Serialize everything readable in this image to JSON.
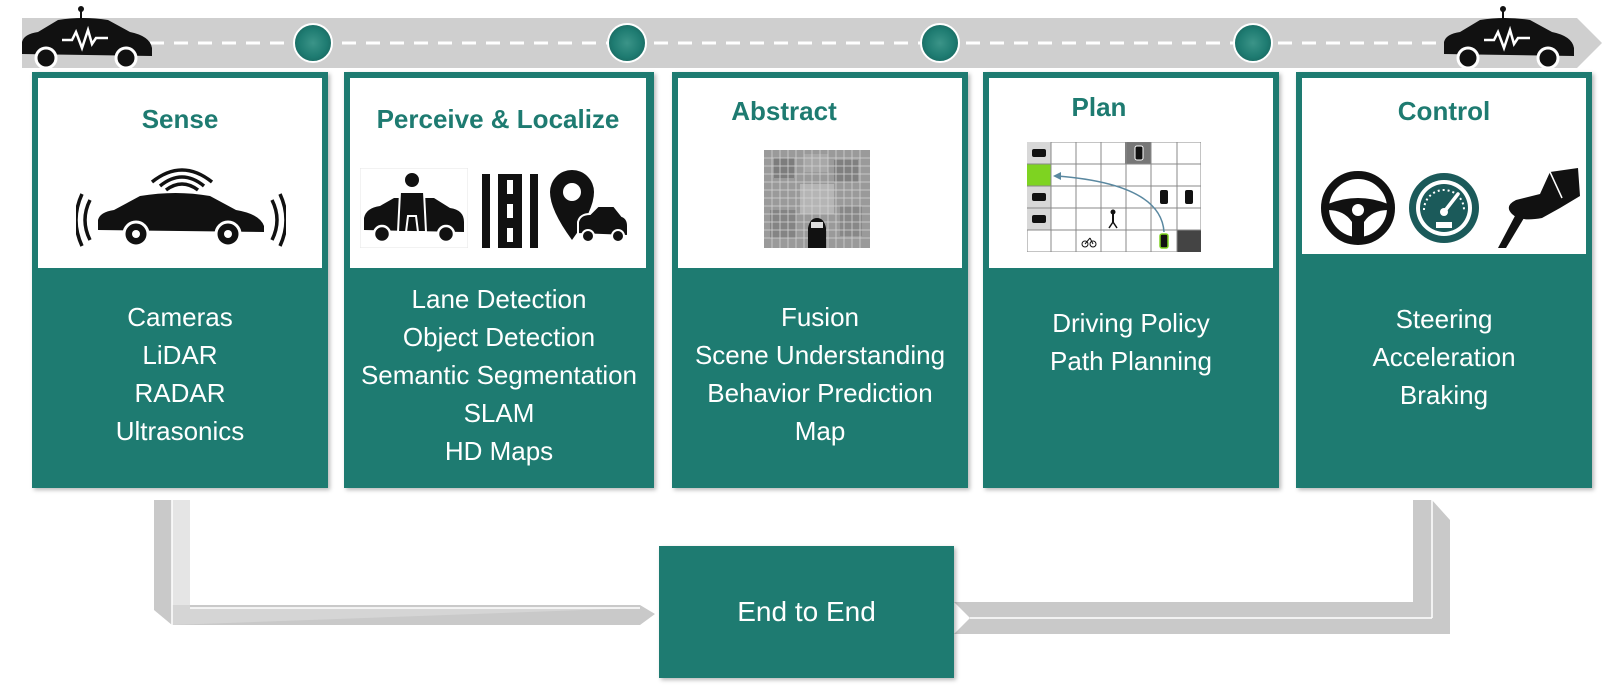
{
  "stages": [
    {
      "title": "Sense",
      "items": [
        "Cameras",
        "LiDAR",
        "RADAR",
        "Ultrasonics"
      ]
    },
    {
      "title": "Perceive & Localize",
      "items": [
        "Lane Detection",
        "Object Detection",
        "Semantic Segmentation",
        "SLAM",
        "HD Maps"
      ]
    },
    {
      "title": "Abstract",
      "items": [
        "Fusion",
        "Scene Understanding",
        "Behavior Prediction",
        "Map"
      ]
    },
    {
      "title": "Plan",
      "items": [
        "Driving Policy",
        "Path Planning"
      ]
    },
    {
      "title": "Control",
      "items": [
        "Steering",
        "Acceleration",
        "Braking"
      ]
    }
  ],
  "end_to_end": {
    "label": "End to End"
  },
  "icons": {
    "timeline_start": "car-icon",
    "timeline_end": "car-icon",
    "sense": "car-with-sensors-icon",
    "perceive": [
      "person-and-car-icon",
      "road-lane-icon",
      "location-pin-car-icon"
    ],
    "abstract": "occupancy-grid-icon",
    "plan": "grid-path-icon",
    "control": [
      "steering-wheel-icon",
      "speedometer-icon",
      "foot-pedal-icon"
    ]
  },
  "colors": {
    "teal": "#1e7b71",
    "arrow_gray": "#c8c8c8",
    "grid_green": "#7ed321"
  }
}
